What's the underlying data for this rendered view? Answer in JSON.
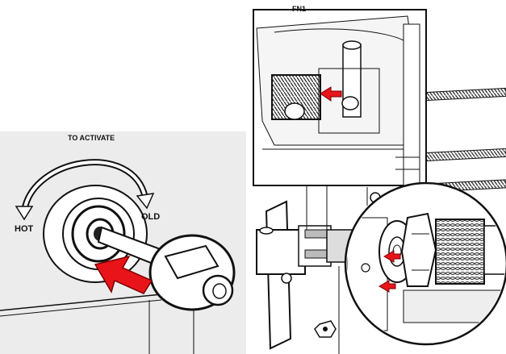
{
  "left_panel": {
    "label_top": "TO ACTIVATE",
    "label_hot": "HOT",
    "label_cold": "OLD"
  },
  "top_right_label": "FN1",
  "colors": {
    "arrow_red": "#e8141a",
    "panel_gray": "#ececec",
    "line": "#111111"
  },
  "icons": [
    "rotation-arrow-icon",
    "red-arrow-icon"
  ]
}
